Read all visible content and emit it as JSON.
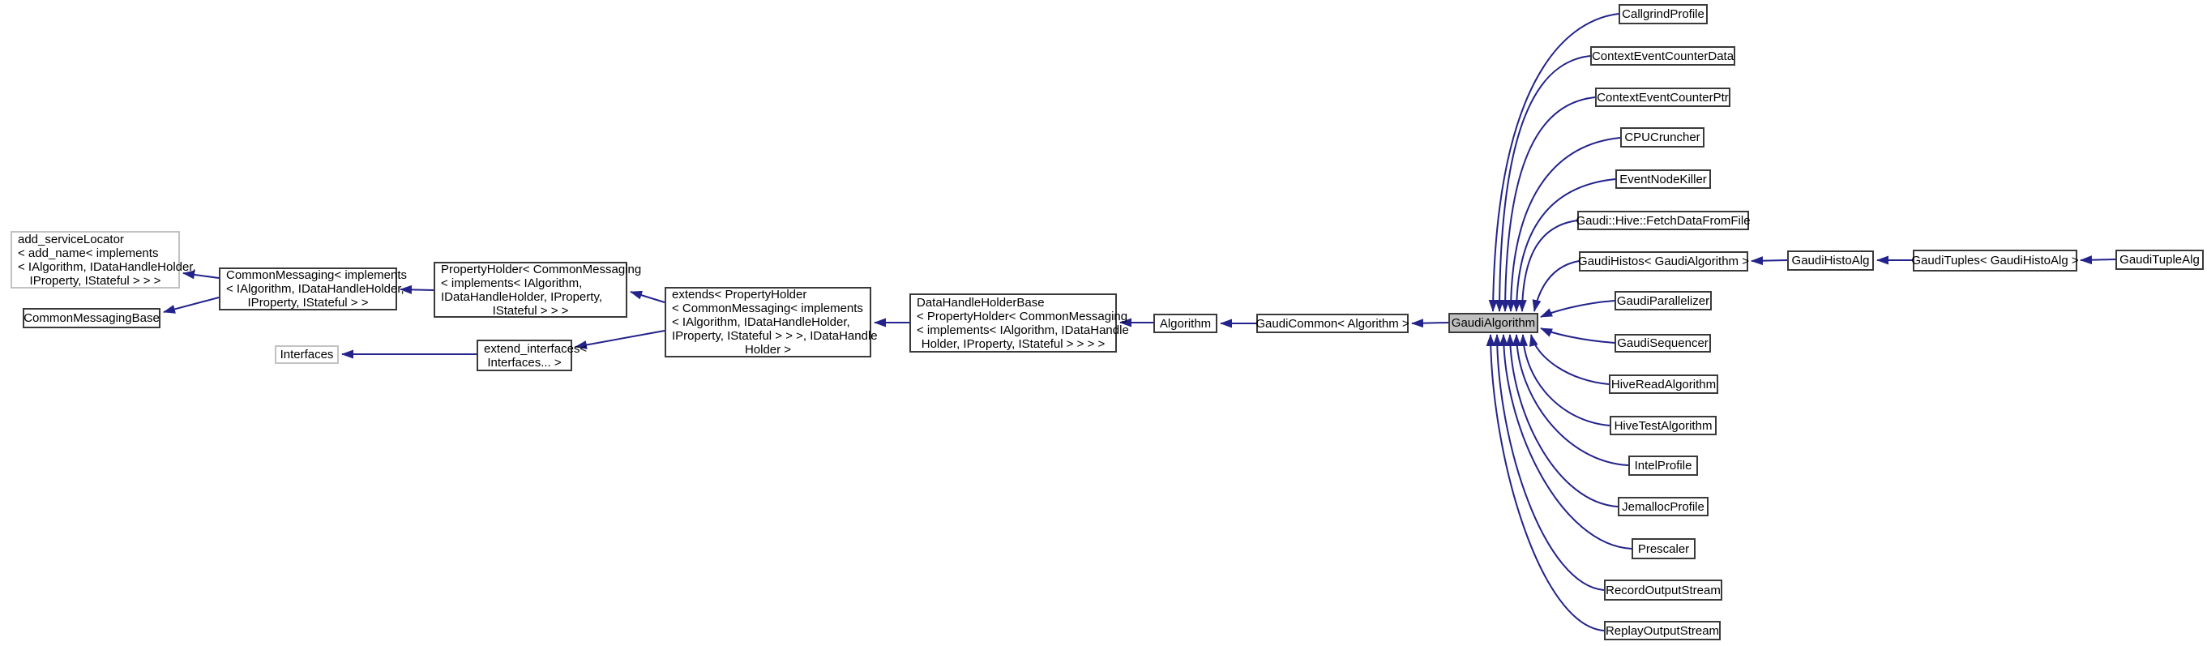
{
  "diagram": {
    "colors": {
      "edge": "#23238b",
      "node_border": "#3a3a3a",
      "muted_border": "#c2c2c2",
      "highlight_fill": "#bfbfbf",
      "node_fill": "#ffffff"
    },
    "nodes": {
      "add_service_locator": {
        "lines": [
          "add_serviceLocator",
          "< add_name< implements",
          "< IAlgorithm, IDataHandleHolder,",
          "IProperty, IStateful > > >"
        ]
      },
      "common_messaging_base": {
        "label": "CommonMessagingBase"
      },
      "common_messaging": {
        "lines": [
          "CommonMessaging< implements",
          "< IAlgorithm, IDataHandleHolder,",
          "IProperty, IStateful > >"
        ]
      },
      "property_holder": {
        "lines": [
          "PropertyHolder< CommonMessaging",
          "< implements< IAlgorithm,",
          "IDataHandleHolder, IProperty,",
          "IStateful > > >"
        ]
      },
      "interfaces": {
        "label": "Interfaces"
      },
      "extend_interfaces": {
        "lines": [
          "extend_interfaces<",
          "Interfaces... >"
        ]
      },
      "extends_property_holder": {
        "lines": [
          "extends< PropertyHolder",
          "< CommonMessaging< implements",
          "< IAlgorithm, IDataHandleHolder,",
          "IProperty, IStateful > > >, IDataHandle",
          "Holder >"
        ]
      },
      "data_handle_holder_base": {
        "lines": [
          "DataHandleHolderBase",
          "< PropertyHolder< CommonMessaging",
          "< implements< IAlgorithm, IDataHandle",
          "Holder, IProperty, IStateful > > > >"
        ]
      },
      "algorithm": {
        "label": "Algorithm"
      },
      "gaudi_common": {
        "label": "GaudiCommon< Algorithm >"
      },
      "gaudi_algorithm": {
        "label": "GaudiAlgorithm"
      },
      "callgrind_profile": {
        "label": "CallgrindProfile"
      },
      "context_event_counter_data": {
        "label": "ContextEventCounterData"
      },
      "context_event_counter_ptr": {
        "label": "ContextEventCounterPtr"
      },
      "cpu_cruncher": {
        "label": "CPUCruncher"
      },
      "event_node_killer": {
        "label": "EventNodeKiller"
      },
      "fetch_data_from_file": {
        "label": "Gaudi::Hive::FetchDataFromFile"
      },
      "gaudi_histos": {
        "label": "GaudiHistos< GaudiAlgorithm >"
      },
      "gaudi_parallelizer": {
        "label": "GaudiParallelizer"
      },
      "gaudi_sequencer": {
        "label": "GaudiSequencer"
      },
      "hive_read_algorithm": {
        "label": "HiveReadAlgorithm"
      },
      "hive_test_algorithm": {
        "label": "HiveTestAlgorithm"
      },
      "intel_profile": {
        "label": "IntelProfile"
      },
      "jemalloc_profile": {
        "label": "JemallocProfile"
      },
      "prescaler": {
        "label": "Prescaler"
      },
      "record_output_stream": {
        "label": "RecordOutputStream"
      },
      "replay_output_stream": {
        "label": "ReplayOutputStream"
      },
      "gaudi_histo_alg": {
        "label": "GaudiHistoAlg"
      },
      "gaudi_tuples": {
        "label": "GaudiTuples< GaudiHistoAlg >"
      },
      "gaudi_tuple_alg": {
        "label": "GaudiTupleAlg"
      }
    }
  }
}
